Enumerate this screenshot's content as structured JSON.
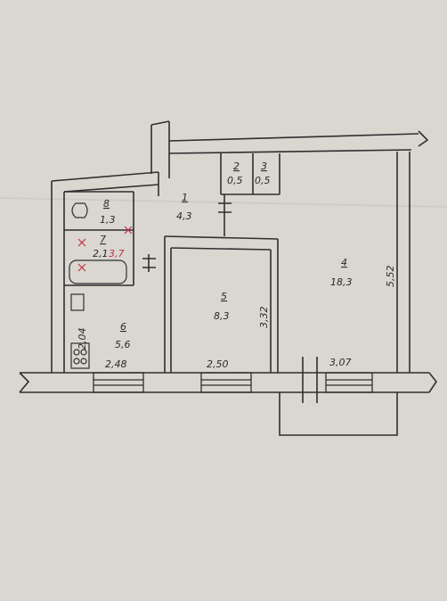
{
  "rooms": [
    {
      "id": "1",
      "number": "1",
      "area": "4,3"
    },
    {
      "id": "2",
      "number": "2",
      "area": "0,5"
    },
    {
      "id": "3",
      "number": "3",
      "area": "0,5"
    },
    {
      "id": "4",
      "number": "4",
      "area": "18,3"
    },
    {
      "id": "5",
      "number": "5",
      "area": "8,3"
    },
    {
      "id": "6",
      "number": "6",
      "area": "5,6"
    },
    {
      "id": "7",
      "number": "7",
      "area": "2,1"
    },
    {
      "id": "8",
      "number": "8",
      "area": "1,3"
    }
  ],
  "dimensions": {
    "room6_width": "2,48",
    "room5_width": "2,50",
    "room4_width": "3,07",
    "room4_depth": "5,52",
    "room5_depth": "3,32",
    "room6_depth": "2,04"
  },
  "annotations": {
    "red_note": "3,7"
  },
  "colors": {
    "paper": "#d9d7d0",
    "ink": "#2f2f2f",
    "red_ink": "#c0304a"
  }
}
